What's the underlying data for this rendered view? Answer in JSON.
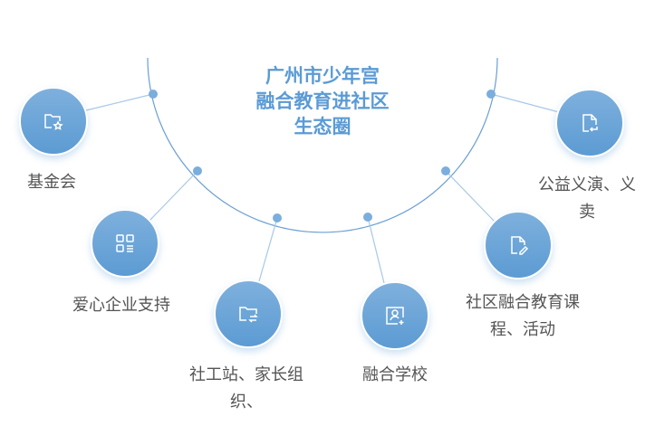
{
  "title_lines": [
    "广州市少年宫",
    "融合教育进社区",
    "生态圈"
  ],
  "accent": "#5b9bd5",
  "nodes": [
    {
      "label": "基金会",
      "icon": "folder-star-icon"
    },
    {
      "label": "爱心企业支持",
      "icon": "grid-list-icon"
    },
    {
      "label": "社工站、家长组织、",
      "icon": "folder-swap-icon"
    },
    {
      "label": "融合学校",
      "icon": "user-add-icon"
    },
    {
      "label": "社区融合教育课程、活动",
      "icon": "file-edit-icon"
    },
    {
      "label": "公益义演、义卖",
      "icon": "file-return-icon"
    }
  ]
}
